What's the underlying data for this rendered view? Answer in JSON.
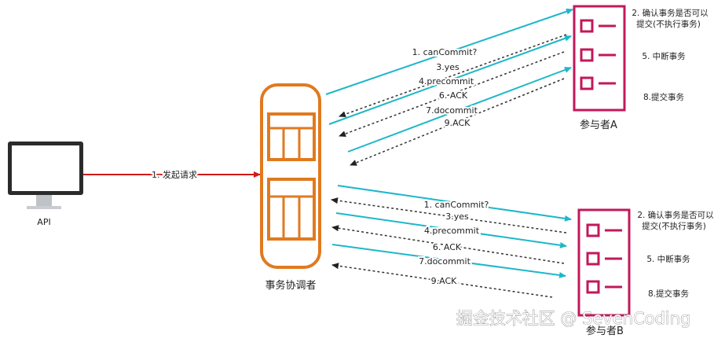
{
  "api": {
    "label": "API"
  },
  "request": {
    "label": "1. 发起请求"
  },
  "coordinator": {
    "label": "事务协调者"
  },
  "participant_a": {
    "label": "参与者A",
    "notes": [
      "2. 确认事务是否可以",
      "提交(不执行事务)",
      "5. 中断事务",
      "8.提交事务"
    ]
  },
  "participant_b": {
    "label": "参与者B",
    "notes": [
      "2. 确认事务是否可以",
      "提交(不执行事务)",
      "5. 中断事务",
      "8.提交事务"
    ]
  },
  "messages_a": [
    "1. canCommit?",
    "3.yes",
    "4.precommit",
    "6. ACK",
    "7.docommit",
    "9.ACK"
  ],
  "messages_b": [
    "1. canCommit?",
    "3.yes",
    "4.precommit",
    "6. ACK",
    "7.docommit",
    "9.ACK"
  ],
  "watermark": "掘金技术社区 @ SevenCoding",
  "colors": {
    "solid_arrow": "#1eb7c9",
    "dashed_arrow": "#333333",
    "request_arrow": "#d11a1a",
    "coordinator": "#e07a1f",
    "participant": "#c2185b"
  }
}
